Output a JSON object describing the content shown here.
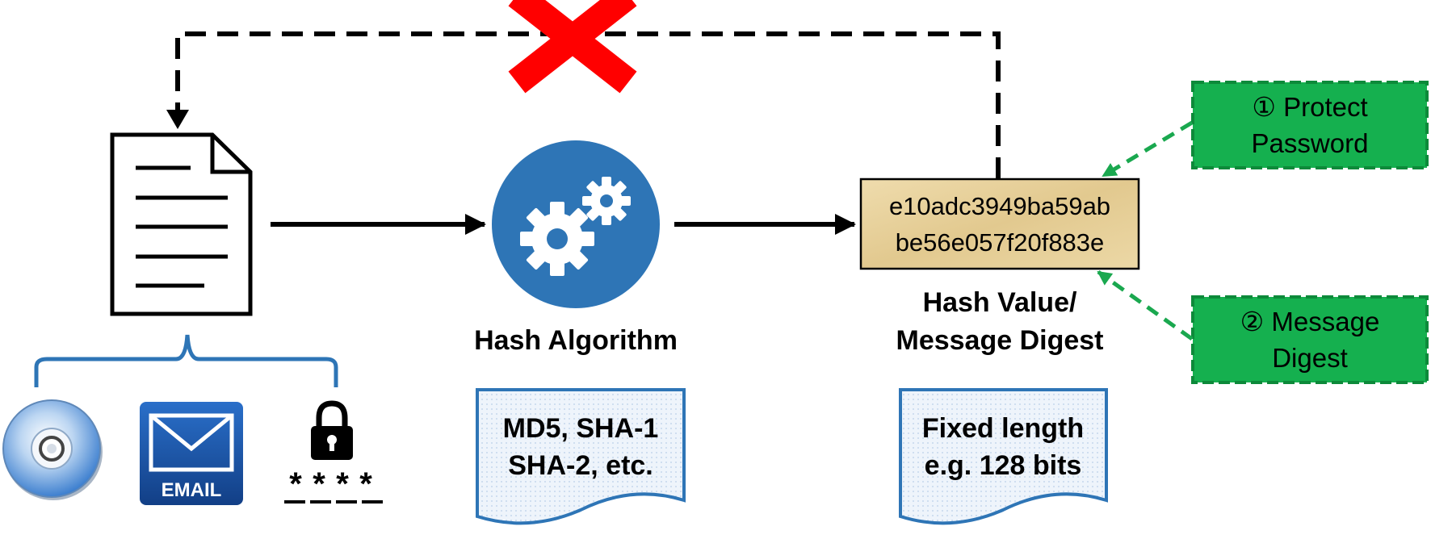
{
  "document_icon": "document-icon",
  "media_icons": [
    "disc-icon",
    "email-icon",
    "lock-icon"
  ],
  "email_icon_label": "EMAIL",
  "password_mask": [
    "*",
    "*",
    "*",
    "*"
  ],
  "hash_algorithm": {
    "icon": "gears-icon",
    "label": "Hash Algorithm",
    "note_lines": [
      "MD5, SHA-1",
      "SHA-2, etc."
    ]
  },
  "hash_value": {
    "lines": [
      "e10adc3949ba59ab",
      "be56e057f20f883e"
    ],
    "label_lines": [
      "Hash Value/",
      "Message Digest"
    ],
    "note_lines": [
      "Fixed length",
      "e.g. 128 bits"
    ]
  },
  "uses": [
    {
      "lines": [
        "① Protect",
        "Password"
      ]
    },
    {
      "lines": [
        "② Message",
        "Digest"
      ]
    }
  ],
  "reverse_blocked_icon": "cross-icon",
  "colors": {
    "blue_circle": "#2e75b6",
    "brace_blue": "#2e75b6",
    "green_box": "#15b04f",
    "green_arrow": "#1aa84f",
    "red_cross": "#ff0000",
    "hash_box": "#e6d3a3",
    "note_fill": "#eaf2fb",
    "note_border": "#2e75b6"
  }
}
